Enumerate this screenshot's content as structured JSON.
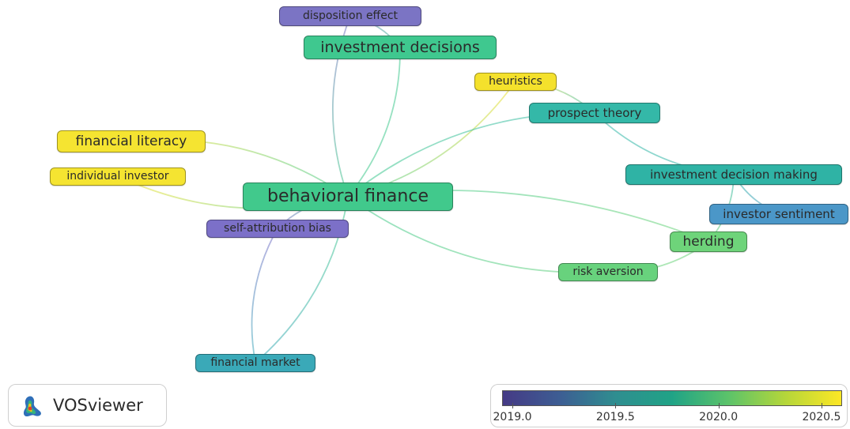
{
  "nodes": [
    {
      "id": "disposition-effect",
      "label": "disposition effect",
      "color": "#7b74c4"
    },
    {
      "id": "investment-decisions",
      "label": "investment decisions",
      "color": "#3fc88f"
    },
    {
      "id": "heuristics",
      "label": "heuristics",
      "color": "#f4e12c"
    },
    {
      "id": "prospect-theory",
      "label": "prospect theory",
      "color": "#34b8a8"
    },
    {
      "id": "financial-literacy",
      "label": "financial literacy",
      "color": "#f5e431"
    },
    {
      "id": "individual-investor",
      "label": "individual investor",
      "color": "#f5e431"
    },
    {
      "id": "behavioral-finance",
      "label": "behavioral finance",
      "color": "#41c98c"
    },
    {
      "id": "investment-decision-making",
      "label": "investment decision making",
      "color": "#2fb3a5"
    },
    {
      "id": "investor-sentiment",
      "label": "investor sentiment",
      "color": "#4b97c8"
    },
    {
      "id": "self-attribution-bias",
      "label": "self-attribution bias",
      "color": "#7c70c8"
    },
    {
      "id": "herding",
      "label": "herding",
      "color": "#6ed47a"
    },
    {
      "id": "risk-aversion",
      "label": "risk aversion",
      "color": "#68d27d"
    },
    {
      "id": "financial-market",
      "label": "financial market",
      "color": "#3aa9b8"
    }
  ],
  "edges": [
    [
      "behavioral-finance",
      "investment-decisions"
    ],
    [
      "behavioral-finance",
      "disposition-effect"
    ],
    [
      "behavioral-finance",
      "heuristics"
    ],
    [
      "behavioral-finance",
      "prospect-theory"
    ],
    [
      "behavioral-finance",
      "financial-literacy"
    ],
    [
      "behavioral-finance",
      "individual-investor"
    ],
    [
      "behavioral-finance",
      "self-attribution-bias"
    ],
    [
      "behavioral-finance",
      "herding"
    ],
    [
      "behavioral-finance",
      "risk-aversion"
    ],
    [
      "behavioral-finance",
      "financial-market"
    ],
    [
      "self-attribution-bias",
      "financial-market"
    ],
    [
      "heuristics",
      "prospect-theory"
    ],
    [
      "prospect-theory",
      "investment-decision-making"
    ],
    [
      "investment-decision-making",
      "herding"
    ],
    [
      "investment-decision-making",
      "investor-sentiment"
    ],
    [
      "herding",
      "risk-aversion"
    ],
    [
      "investment-decisions",
      "disposition-effect"
    ]
  ],
  "logo": {
    "text": "VOSviewer"
  },
  "legend": {
    "colors": [
      "#453a85",
      "#3d5d93",
      "#2f8e90",
      "#20a386",
      "#5cc36a",
      "#b4d63a",
      "#fde725"
    ],
    "ticks": [
      "2019.0",
      "2019.5",
      "2020.0",
      "2020.5"
    ],
    "tick_values": [
      2019.0,
      2019.5,
      2020.0,
      2020.5
    ],
    "range": [
      2018.95,
      2020.6
    ]
  }
}
